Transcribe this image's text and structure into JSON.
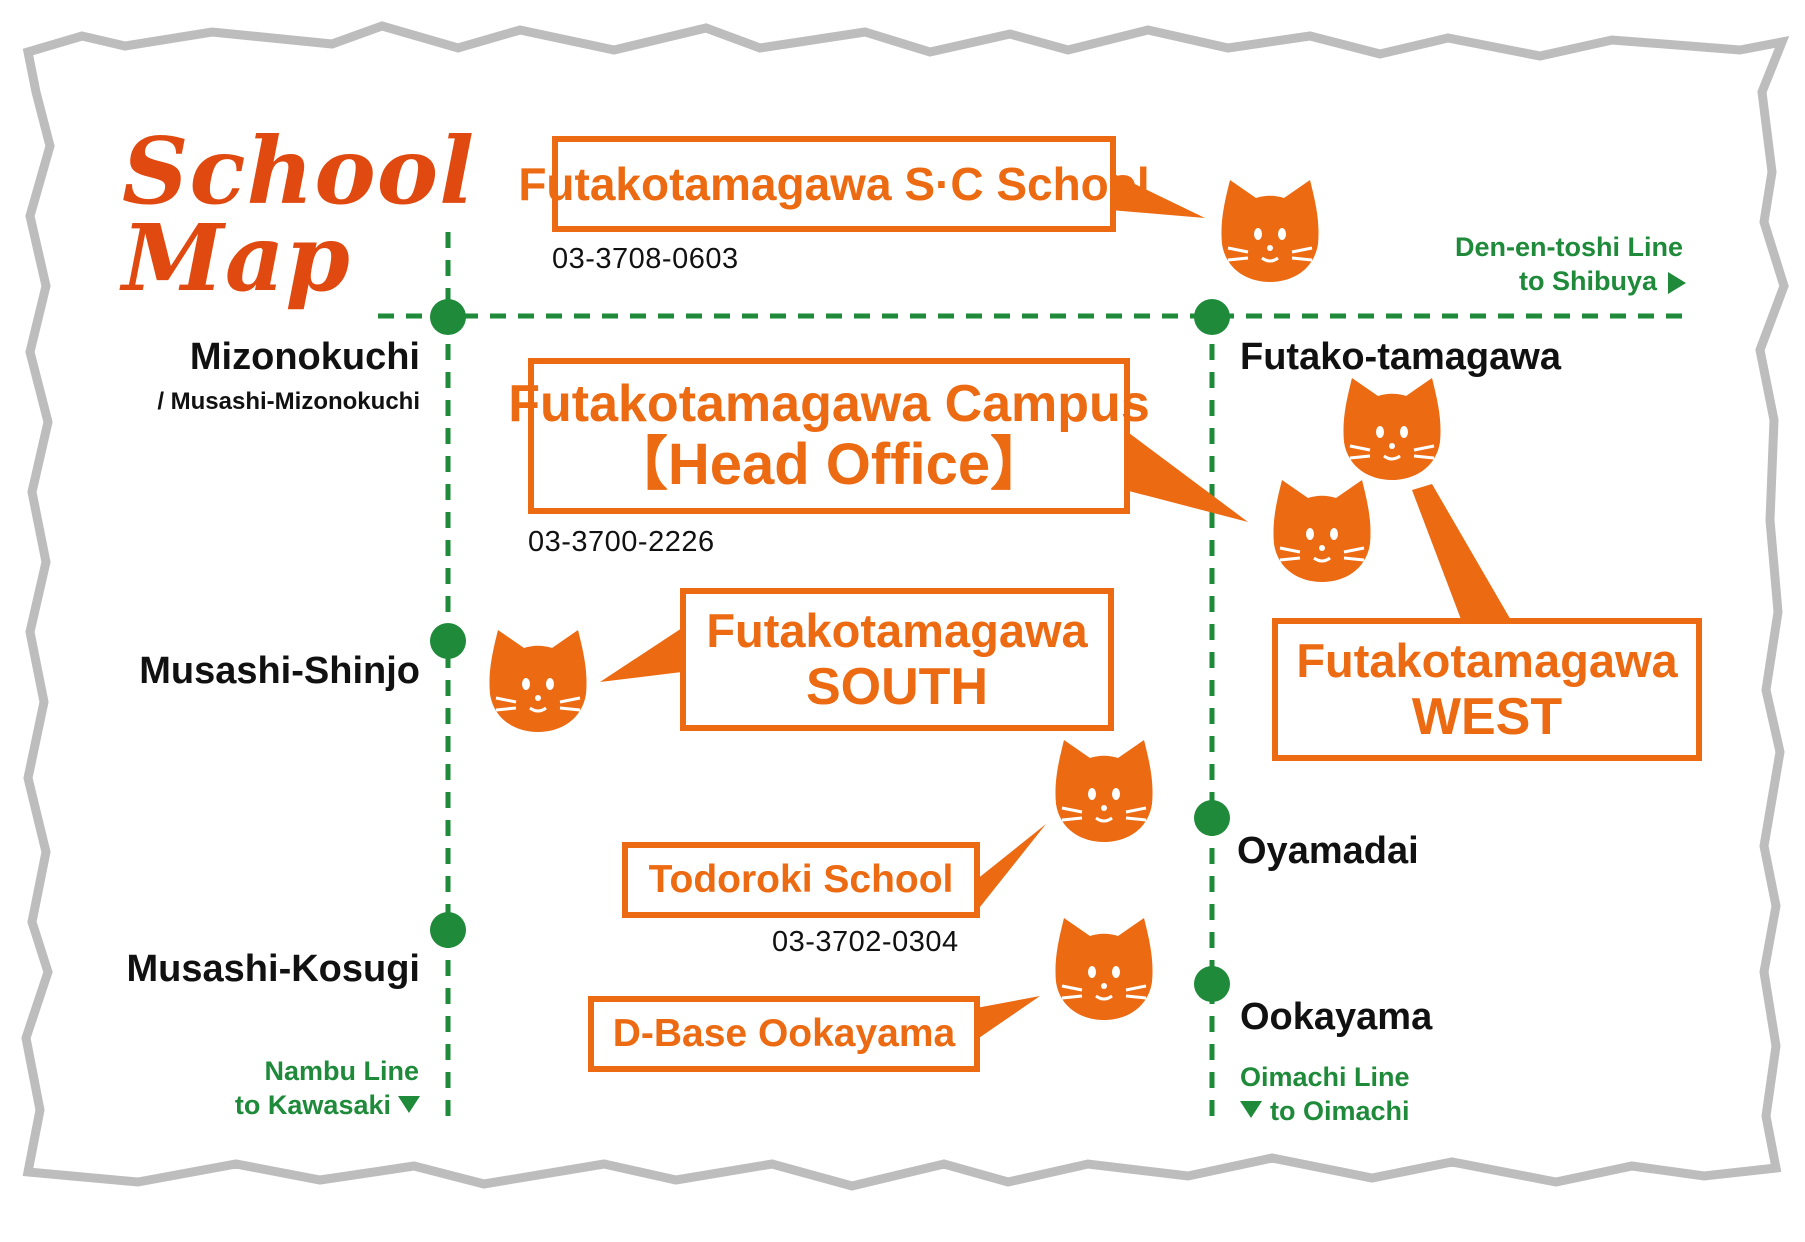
{
  "title": {
    "line1": "School",
    "line2": "Map"
  },
  "colors": {
    "accent": "#ec6a12",
    "title": "#e04a10",
    "rail": "#1e8a3a",
    "frame": "#bdbdbd"
  },
  "rail_lines": {
    "den_en_toshi": {
      "line1": "Den-en-toshi Line",
      "line2": "to Shibuya"
    },
    "nambu": {
      "line1": "Nambu Line",
      "line2": "to Kawasaki"
    },
    "oimachi": {
      "line1": "Oimachi Line",
      "line2": "to Oimachi"
    }
  },
  "stations": {
    "mizonokuchi": {
      "name": "Mizonokuchi",
      "sub": "/ Musashi-Mizonokuchi"
    },
    "musashi_shinjo": {
      "name": "Musashi-Shinjo"
    },
    "musashi_kosugi": {
      "name": "Musashi-Kosugi"
    },
    "futako_tamagawa": {
      "name": "Futako-tamagawa"
    },
    "oyamadai": {
      "name": "Oyamadai"
    },
    "ookayama": {
      "name": "Ookayama"
    }
  },
  "schools": {
    "sc_school": {
      "name": "Futakotamagawa S·C School",
      "phone": "03-3708-0603"
    },
    "campus": {
      "line1": "Futakotamagawa Campus",
      "line2": "【Head Office】",
      "phone": "03-3700-2226"
    },
    "south": {
      "line1": "Futakotamagawa",
      "line2": "SOUTH"
    },
    "west": {
      "line1": "Futakotamagawa",
      "line2": "WEST"
    },
    "todoroki": {
      "name": "Todoroki School",
      "phone": "03-3702-0304"
    },
    "dbase": {
      "name": "D-Base Ookayama"
    }
  },
  "icons": {
    "school_marker": "cat-face-icon",
    "station_marker": "station-dot-icon",
    "direction": "arrow-triangle-icon"
  }
}
